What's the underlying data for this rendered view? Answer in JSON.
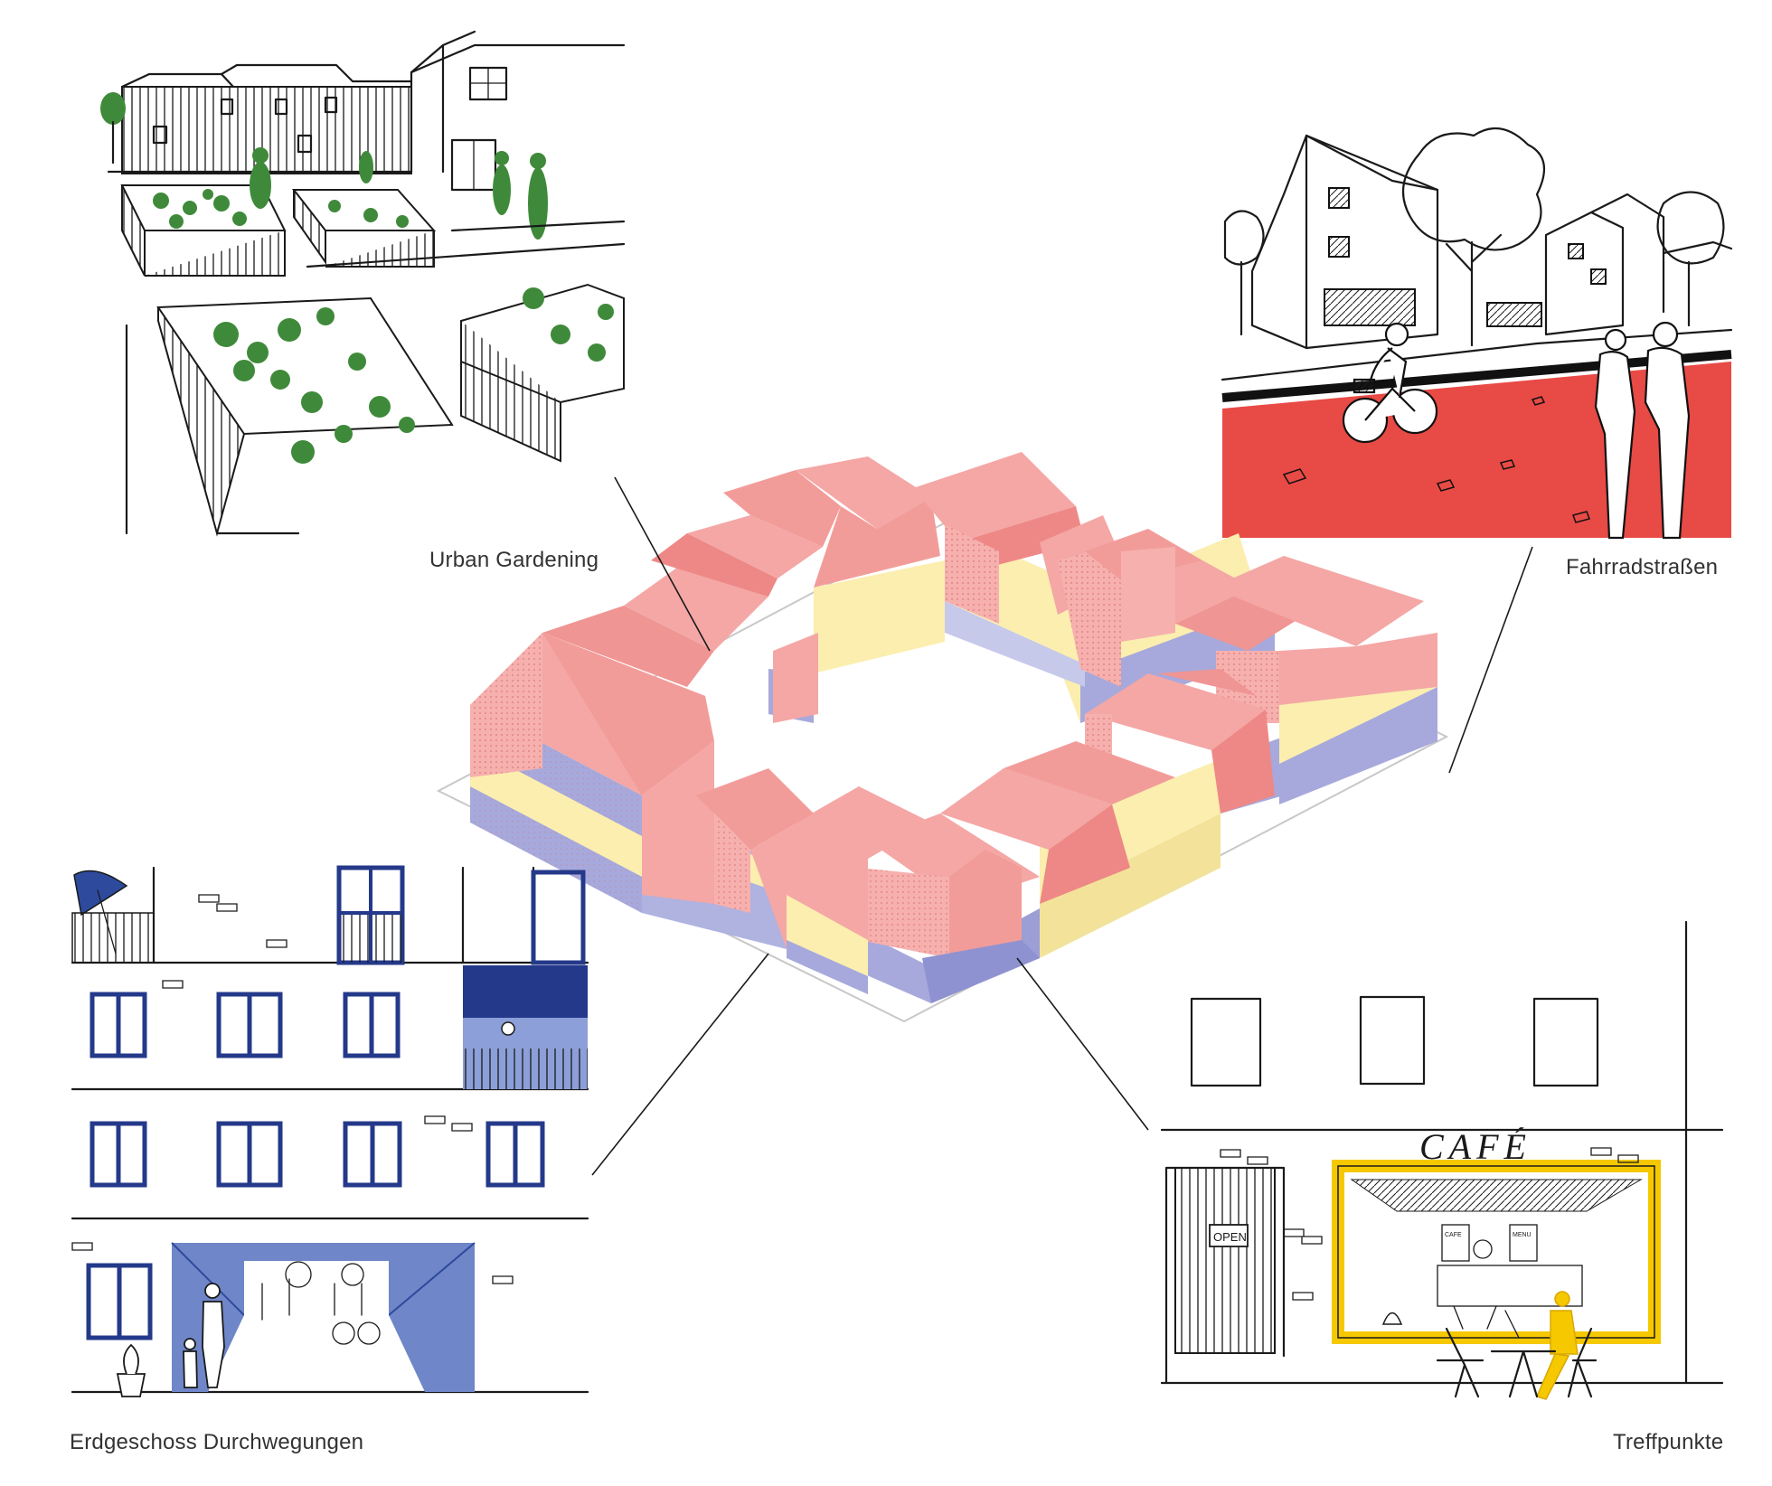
{
  "captions": {
    "urban_gardening": "Urban Gardening",
    "fahrradstrassen": "Fahrradstraßen",
    "erdgeschoss": "Erdgeschoss Durchwegungen",
    "treffpunkte": "Treffpunkte"
  },
  "cafe": {
    "sign": "CAFÉ",
    "open_sign": "OPEN",
    "menu_1": "CAFE",
    "menu_2": "MENU"
  },
  "colors": {
    "roof": "#f4a7a5",
    "roof_dark": "#ee8886",
    "mid_floor": "#fbeeaf",
    "ground_floor": "#a7a9dc",
    "street_red": "#e84a45",
    "facade_blue": "#24398a",
    "passage_blue": "#6f86c8",
    "cafe_yellow": "#f5c800",
    "plant_green": "#3f8a3a"
  }
}
